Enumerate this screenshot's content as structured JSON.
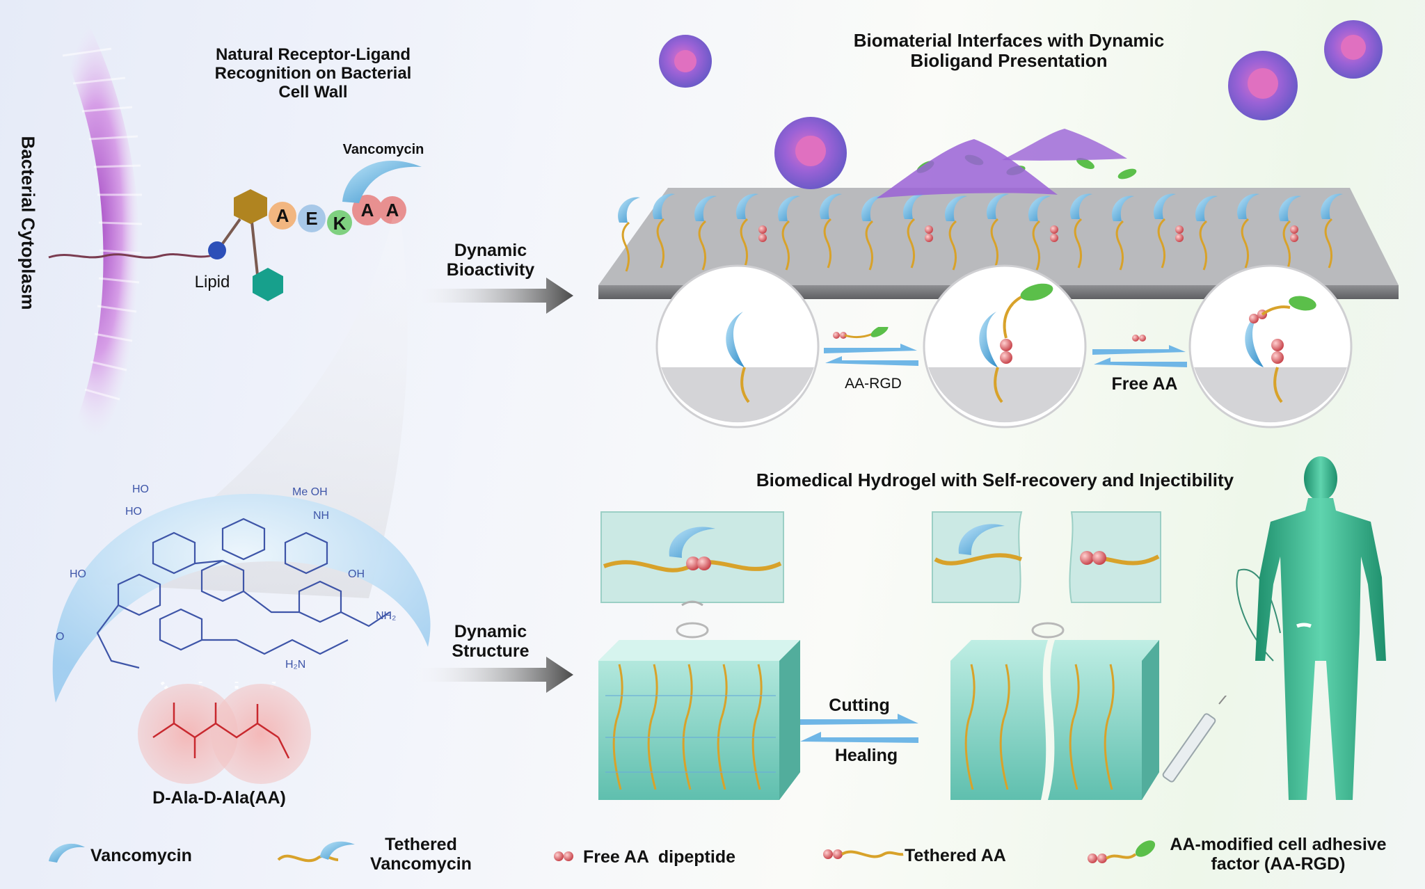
{
  "left_panel": {
    "cytoplasm_label": "Bacterial Cytoplasm",
    "title_lines": [
      "Natural Receptor-Ligand",
      "Recognition on Bacterial",
      "Cell Wall"
    ],
    "vancomycin_label": "Vancomycin",
    "lipid_label": "Lipid",
    "peptide_residues": [
      "A",
      "E",
      "K",
      "A",
      "A"
    ],
    "dipeptide_label": "D-Ala-D-Ala(AA)"
  },
  "arrows": {
    "bioactivity_lines": [
      "Dynamic",
      "Bioactivity"
    ],
    "structure_lines": [
      "Dynamic",
      "Structure"
    ]
  },
  "top_panel": {
    "title_lines": [
      "Biomaterial Interfaces with Dynamic",
      "Bioligand Presentation"
    ],
    "exchange_1_label": "AA-RGD",
    "exchange_2_label": "Free AA"
  },
  "bottom_panel": {
    "title": "Biomedical Hydrogel with Self-recovery and Injectibility",
    "cutting_label": "Cutting",
    "healing_label": "Healing"
  },
  "legend": [
    {
      "label": "Vancomycin"
    },
    {
      "label_lines": [
        "Tethered",
        "Vancomycin"
      ]
    },
    {
      "label": "Free AA  dipeptide"
    },
    {
      "label": "Tethered AA"
    },
    {
      "label_lines": [
        "AA-modified cell adhesive",
        "factor (AA-RGD)"
      ]
    }
  ],
  "colors": {
    "vancomycin": "#5bb0e0",
    "aa_bead": "#e06a70",
    "tether": "#d8a22a",
    "rgd": "#5bbf4a",
    "hydrogel": "#6cc9b8",
    "membrane": "#c070d8",
    "human": "#2fb08a"
  },
  "icons": [
    "vancomycin-crescent-icon",
    "aa-dipeptide-icon",
    "tether-icon",
    "rgd-leaf-icon",
    "cell-icon",
    "syringe-icon",
    "human-figure-icon"
  ]
}
